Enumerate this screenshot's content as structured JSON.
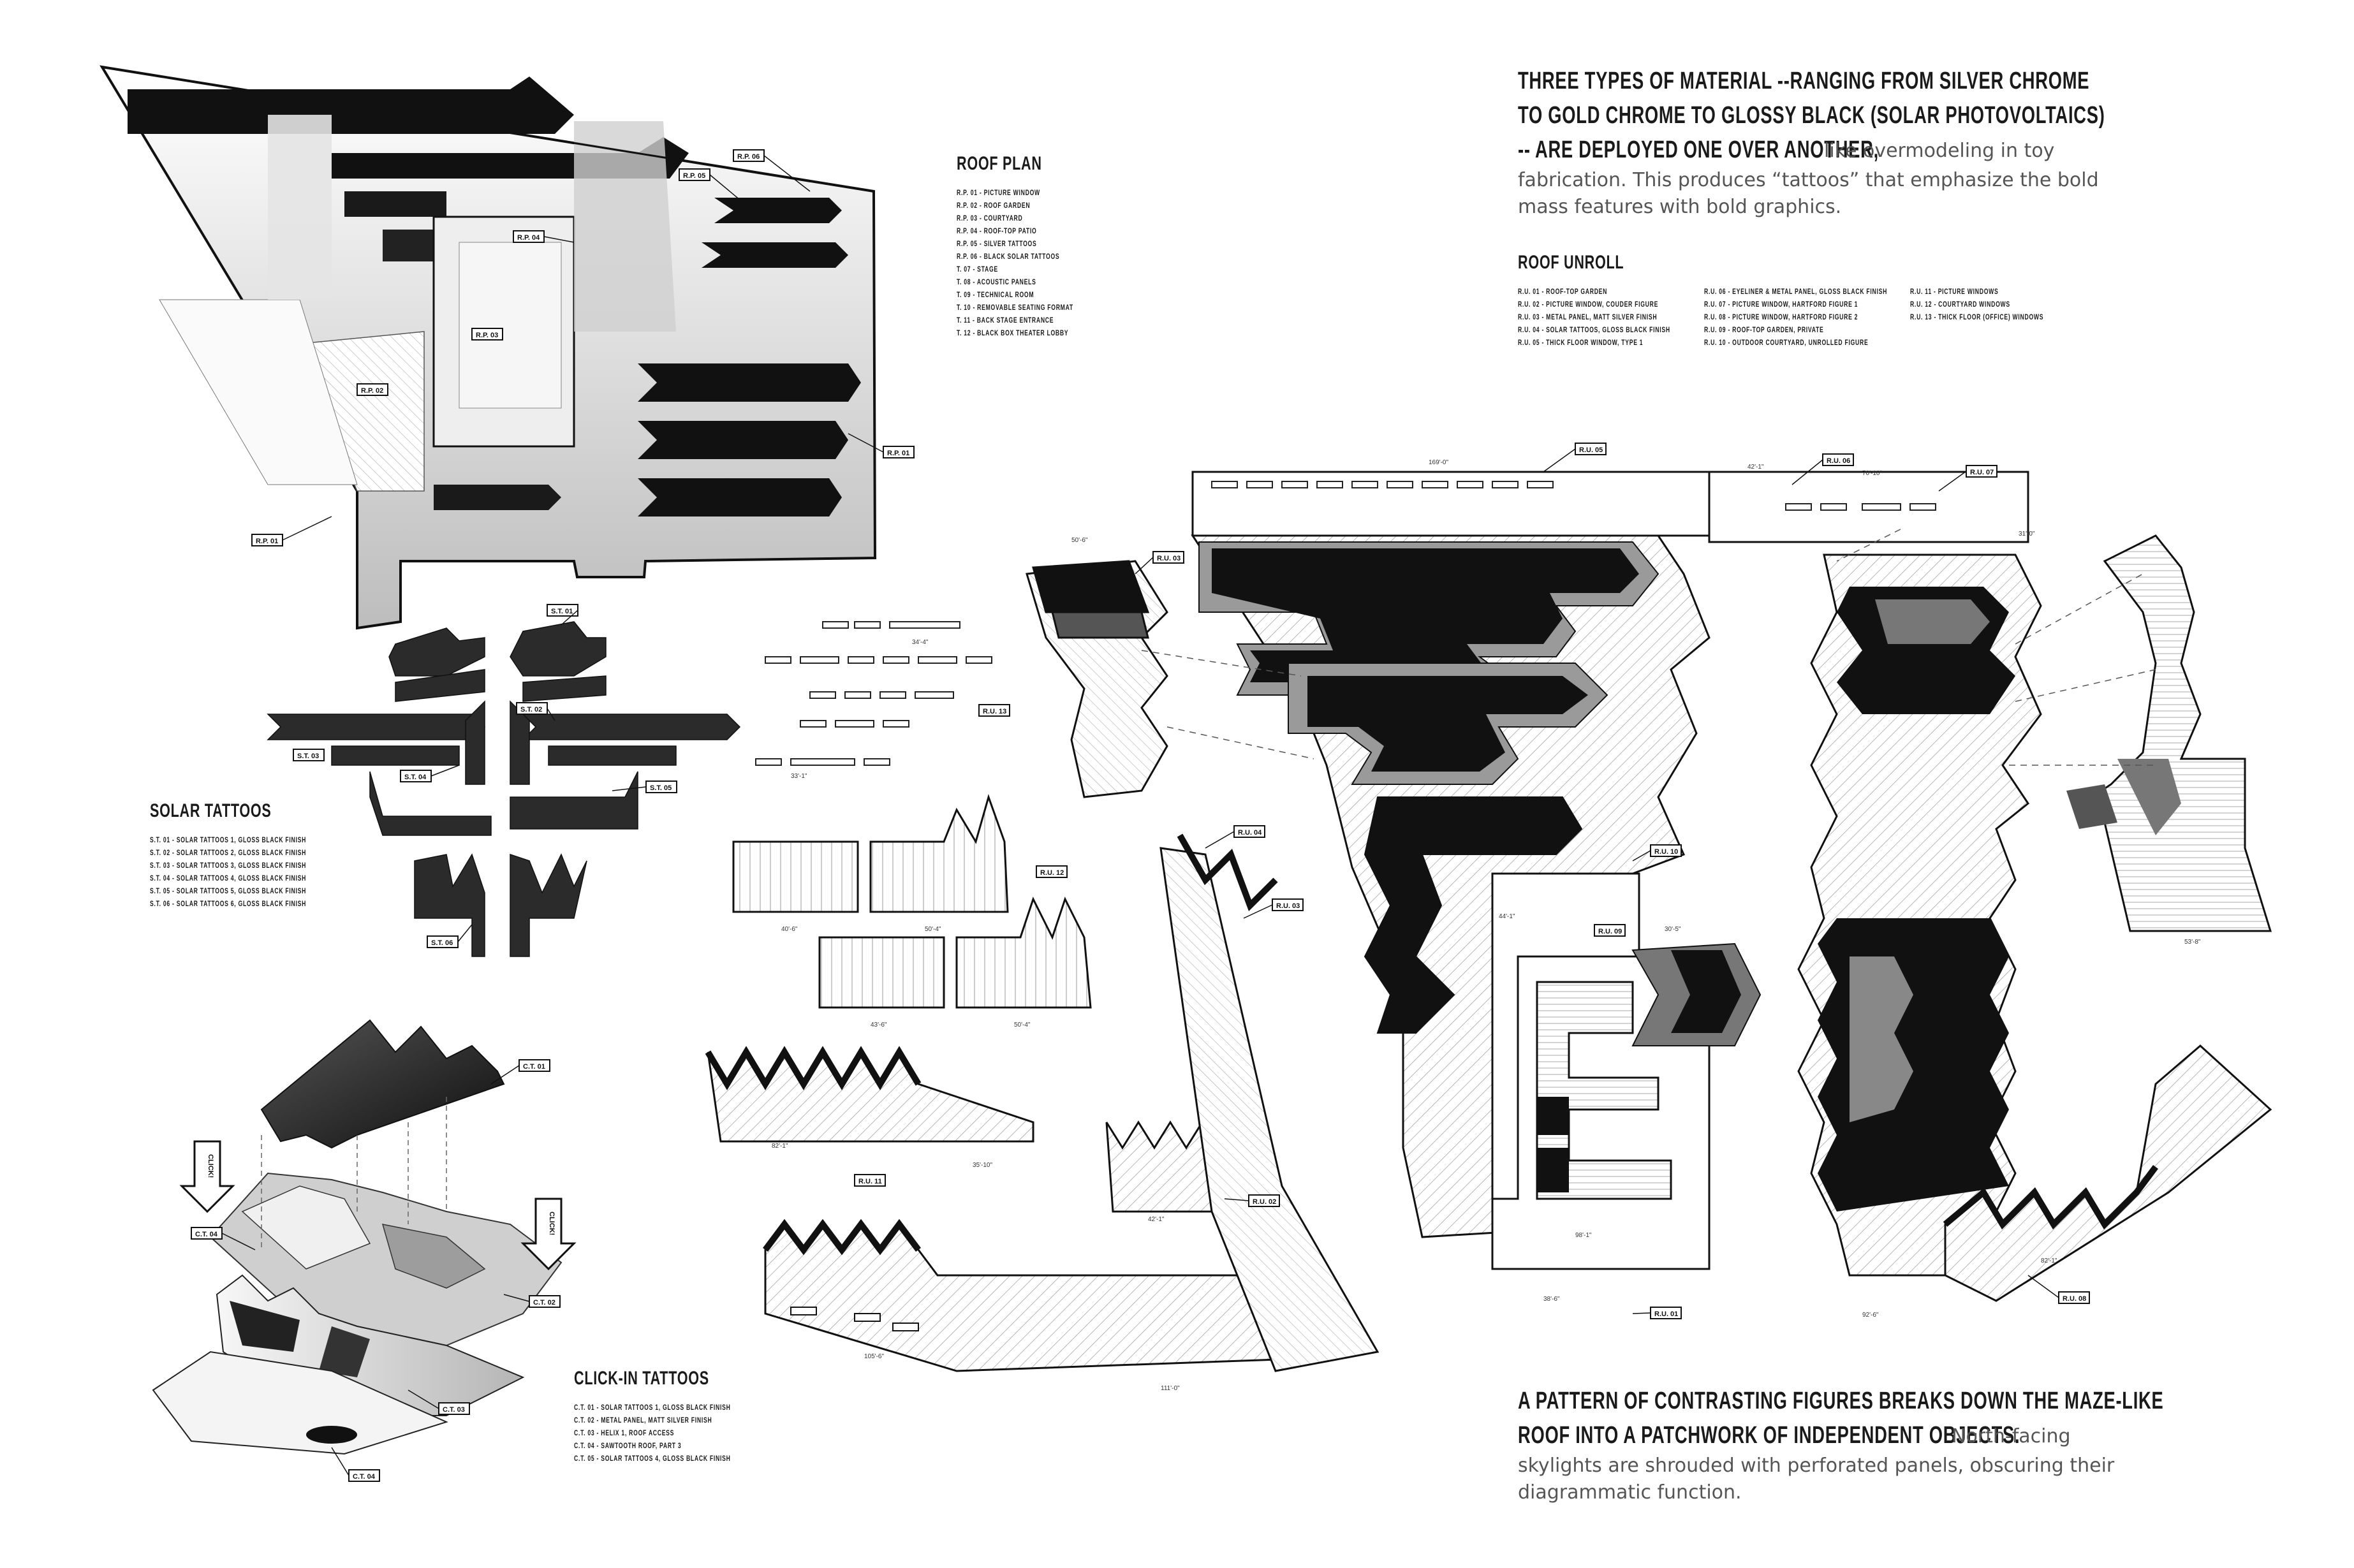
{
  "intro": {
    "headline_lines": [
      "THREE TYPES OF MATERIAL --RANGING FROM SILVER CHROME",
      "TO GOLD CHROME TO GLOSSY BLACK (SOLAR PHOTOVOLTAICS)",
      "-- ARE DEPLOYED ONE OVER ANOTHER,"
    ],
    "body_inline": "like overmodeling in toy",
    "body_lines": [
      "fabrication. This produces “tattoos” that emphasize the bold",
      "mass features with bold graphics."
    ]
  },
  "roof_plan": {
    "title": "ROOF PLAN",
    "items": [
      "R.P. 01 - PICTURE WINDOW",
      "R.P. 02 - ROOF GARDEN",
      "R.P. 03 - COURTYARD",
      "R.P. 04 - ROOF-TOP PATIO",
      "R.P. 05 - SILVER TATTOOS",
      "R.P. 06 - BLACK SOLAR TATTOOS",
      "T. 07 - STAGE",
      "T. 08 - ACOUSTIC PANELS",
      "T. 09 - TECHNICAL ROOM",
      "T. 10 - REMOVABLE SEATING FORMAT",
      "T. 11 - BACK STAGE ENTRANCE",
      "T. 12 - BLACK BOX THEATER LOBBY"
    ],
    "tags": [
      "R.P. 06",
      "R.P. 05",
      "R.P. 04",
      "R.P. 03",
      "R.P. 02",
      "R.P. 01",
      "R.P. 01"
    ]
  },
  "roof_unroll": {
    "title": "ROOF UNROLL",
    "col1": [
      "R.U. 01 - ROOF-TOP GARDEN",
      "R.U. 02 - PICTURE WINDOW, COUDER FIGURE",
      "R.U. 03 - METAL PANEL, MATT SILVER FINISH",
      "R.U. 04 - SOLAR TATTOOS, GLOSS BLACK FINISH",
      "R.U. 05 - THICK FLOOR WINDOW, TYPE 1"
    ],
    "col2": [
      "R.U. 06 - EYELINER & METAL PANEL, GLOSS BLACK FINISH",
      "R.U. 07 - PICTURE WINDOW, HARTFORD FIGURE 1",
      "R.U. 08 - PICTURE WINDOW, HARTFORD FIGURE 2",
      "R.U. 09 - ROOF-TOP GARDEN, PRIVATE",
      "R.U. 10 - OUTDOOR COURTYARD, UNROLLED FIGURE"
    ],
    "col3": [
      "R.U. 11 - PICTURE WINDOWS",
      "R.U. 12 - COURTYARD WINDOWS",
      "R.U. 13 - THICK FLOOR (OFFICE) WINDOWS"
    ],
    "tags": [
      "R.U. 05",
      "R.U. 06",
      "R.U. 07",
      "R.U. 03",
      "R.U. 13",
      "R.U. 12",
      "R.U. 04",
      "R.U. 03",
      "R.U. 10",
      "R.U. 09",
      "R.U. 02",
      "R.U. 11",
      "R.U. 01",
      "R.U. 08"
    ],
    "dims": [
      "169'-0\"",
      "42'-1\"",
      "70'-10\"",
      "31'-0\"",
      "50'-6\"",
      "34'-4\"",
      "33'-1\"",
      "40'-6\"",
      "50'-4\"",
      "43'-6\"",
      "50'-4\"",
      "82'-1\"",
      "35'-10\"",
      "42'-1\"",
      "105'-6\"",
      "111'-0\"",
      "44'-1\"",
      "30'-5\"",
      "98'-1\"",
      "38'-6\"",
      "92'-6\"",
      "53'-8\"",
      "82'-1\""
    ]
  },
  "solar_tattoos": {
    "title": "SOLAR TATTOOS",
    "items": [
      "S.T. 01 - SOLAR TATTOOS 1, GLOSS BLACK FINISH",
      "S.T. 02 - SOLAR TATTOOS 2, GLOSS BLACK FINISH",
      "S.T. 03 - SOLAR TATTOOS 3, GLOSS BLACK FINISH",
      "S.T. 04 - SOLAR TATTOOS 4, GLOSS BLACK FINISH",
      "S.T. 05 - SOLAR TATTOOS 5, GLOSS BLACK FINISH",
      "S.T. 06 - SOLAR TATTOOS 6, GLOSS BLACK FINISH"
    ],
    "tags": [
      "S.T. 01",
      "S.T. 02",
      "S.T. 03",
      "S.T. 04",
      "S.T. 05",
      "S.T. 06"
    ]
  },
  "click_in_tattoos": {
    "title": "CLICK-IN TATTOOS",
    "items": [
      "C.T. 01 - SOLAR TATTOOS 1, GLOSS BLACK FINISH",
      "C.T. 02 - METAL PANEL, MATT SILVER FINISH",
      "C.T. 03 - HELIX 1, ROOF ACCESS",
      "C.T. 04 - SAWTOOTH ROOF, PART 3",
      "C.T. 05 - SOLAR TATTOOS 4, GLOSS BLACK FINISH"
    ],
    "tags": [
      "C.T. 01",
      "C.T. 04",
      "C.T. 02",
      "C.T. 03",
      "C.T. 04"
    ],
    "click_label": "CLICK!"
  },
  "closing": {
    "headline_lines": [
      "A PATTERN OF CONTRASTING FIGURES BREAKS DOWN THE MAZE-LIKE",
      "ROOF INTO A PATCHWORK OF INDEPENDENT OBJECTS."
    ],
    "body_inline": "North-facing",
    "body_lines": [
      "skylights are shrouded with perforated panels, obscuring their",
      "diagrammatic function."
    ]
  },
  "colors": {
    "black": "#111111",
    "silver": "#d9d9d9",
    "gray": "#8a8a8a",
    "ink": "#1a1a1a"
  }
}
